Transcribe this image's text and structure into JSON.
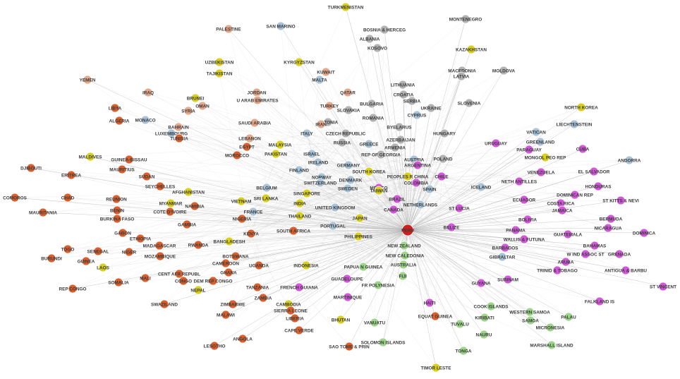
{
  "colors": {
    "africa": "#d9602e",
    "asia": "#d8d01c",
    "europe_west": "#a9c4d8",
    "mideast": "#e4a98d",
    "europe_east": "#b2b2b2",
    "americas": "#d158d8",
    "oceania": "#9dd68a",
    "peru": "#cc1f1f",
    "edge": "#b7b7b7"
  },
  "hub": "PERU",
  "nodes": [
    {
      "label": "TURKMENISTAN",
      "g": "asia"
    },
    {
      "label": "MONTENEGRO",
      "g": "europe_east"
    },
    {
      "label": "PALESTINE",
      "g": "mideast"
    },
    {
      "label": "SAN MARINO",
      "g": "europe_west"
    },
    {
      "label": "BOSNIA & HERCEG",
      "g": "europe_east"
    },
    {
      "label": "ALBANIA",
      "g": "europe_east"
    },
    {
      "label": "KOSOVO",
      "g": "europe_east"
    },
    {
      "label": "KAZAKHSTAN",
      "g": "asia"
    },
    {
      "label": "UZBEKISTAN",
      "g": "asia"
    },
    {
      "label": "KYRGYZSTAN",
      "g": "asia"
    },
    {
      "label": "TAJIKISTAN",
      "g": "asia"
    },
    {
      "label": "KUWAIT",
      "g": "mideast"
    },
    {
      "label": "MALTA",
      "g": "europe_west"
    },
    {
      "label": "MACEDONIA",
      "g": "europe_east"
    },
    {
      "label": "LATVIA",
      "g": "europe_east"
    },
    {
      "label": "MOLDOVA",
      "g": "europe_east"
    },
    {
      "label": "YEMEN",
      "g": "mideast"
    },
    {
      "label": "LITHUANIA",
      "g": "europe_east"
    },
    {
      "label": "IRAQ",
      "g": "mideast"
    },
    {
      "label": "BRUNEI",
      "g": "asia"
    },
    {
      "label": "OMAN",
      "g": "mideast"
    },
    {
      "label": "JORDAN",
      "g": "mideast"
    },
    {
      "label": "QATAR",
      "g": "mideast"
    },
    {
      "label": "CROATIA",
      "g": "europe_east"
    },
    {
      "label": "SERBIA",
      "g": "europe_east"
    },
    {
      "label": "SYRIA",
      "g": "mideast"
    },
    {
      "label": "U ARAB EMIRATES",
      "g": "mideast"
    },
    {
      "label": "TURKEY",
      "g": "mideast"
    },
    {
      "label": "BULGARIA",
      "g": "europe_east"
    },
    {
      "label": "SLOVAKIA",
      "g": "europe_east"
    },
    {
      "label": "UKRAINE",
      "g": "europe_east"
    },
    {
      "label": "SLOVENIA",
      "g": "europe_east"
    },
    {
      "label": "LIBYA",
      "g": "africa"
    },
    {
      "label": "CYPRUS",
      "g": "europe_west"
    },
    {
      "label": "NORTH KOREA",
      "g": "asia"
    },
    {
      "label": "ALGERIA",
      "g": "africa"
    },
    {
      "label": "MONACO",
      "g": "europe_west"
    },
    {
      "label": "SAUDI ARABIA",
      "g": "mideast"
    },
    {
      "label": "ROMANIA",
      "g": "europe_east"
    },
    {
      "label": "ESTONIA",
      "g": "europe_east"
    },
    {
      "label": "BYELARUS",
      "g": "europe_east"
    },
    {
      "label": "HUNGARY",
      "g": "europe_east"
    },
    {
      "label": "BAHRAIN",
      "g": "mideast"
    },
    {
      "label": "IRAN",
      "g": "mideast"
    },
    {
      "label": "LIECHTENSTEIN",
      "g": "europe_west"
    },
    {
      "label": "LUXEMBOURG",
      "g": "europe_west"
    },
    {
      "label": "TUNISIA",
      "g": "africa"
    },
    {
      "label": "ITALY",
      "g": "europe_west"
    },
    {
      "label": "CZECH REPUBLIC",
      "g": "europe_east"
    },
    {
      "label": "AZERBAIJAN",
      "g": "europe_east"
    },
    {
      "label": "VATICAN",
      "g": "europe_west"
    },
    {
      "label": "LEBANON",
      "g": "mideast"
    },
    {
      "label": "GREENLAND",
      "g": "europe_west"
    },
    {
      "label": "RUSSIA",
      "g": "europe_east"
    },
    {
      "label": "GREECE",
      "g": "europe_west"
    },
    {
      "label": "ARMENIA",
      "g": "europe_east"
    },
    {
      "label": "URUGUAY",
      "g": "americas"
    },
    {
      "label": "EGYPT",
      "g": "africa"
    },
    {
      "label": "MALAYSIA",
      "g": "asia"
    },
    {
      "label": "PARAGUAY",
      "g": "americas"
    },
    {
      "label": "MALDIVES",
      "g": "asia"
    },
    {
      "label": "MOROCCO",
      "g": "africa"
    },
    {
      "label": "PAKISTAN",
      "g": "asia"
    },
    {
      "label": "CUBA",
      "g": "americas"
    },
    {
      "label": "REP OF GEORGIA",
      "g": "europe_east"
    },
    {
      "label": "AUSTRIA",
      "g": "europe_west"
    },
    {
      "label": "ISRAEL",
      "g": "europe_west"
    },
    {
      "label": "POLAND",
      "g": "europe_east"
    },
    {
      "label": "MONGOL PEO REP",
      "g": "asia"
    },
    {
      "label": "GUINEA-BISSAU",
      "g": "africa"
    },
    {
      "label": "IRELAND",
      "g": "europe_west"
    },
    {
      "label": "ANDORRA",
      "g": "europe_west"
    },
    {
      "label": "DJIBOUTI",
      "g": "africa"
    },
    {
      "label": "MAURITIUS",
      "g": "africa"
    },
    {
      "label": "ARGENTINA",
      "g": "americas"
    },
    {
      "label": "GERMANY",
      "g": "europe_west"
    },
    {
      "label": "ERITREA",
      "g": "africa"
    },
    {
      "label": "FINLAND",
      "g": "europe_west"
    },
    {
      "label": "SOUTH KOREA",
      "g": "asia"
    },
    {
      "label": "VENEZUELA",
      "g": "americas"
    },
    {
      "label": "EL SALVADOR",
      "g": "americas"
    },
    {
      "label": "SUDAN",
      "g": "africa"
    },
    {
      "label": "PEOPLES R CHINA",
      "g": "asia"
    },
    {
      "label": "CHILE",
      "g": "americas"
    },
    {
      "label": "NORWAY",
      "g": "europe_west"
    },
    {
      "label": "COLOMBIA",
      "g": "americas"
    },
    {
      "label": "SWITZERLAND",
      "g": "europe_west"
    },
    {
      "label": "DENMARK",
      "g": "europe_west"
    },
    {
      "label": "SEYCHELLES",
      "g": "africa"
    },
    {
      "label": "MEXICO",
      "g": "americas"
    },
    {
      "label": "NETH ANTILLES",
      "g": "americas"
    },
    {
      "label": "HONDURAS",
      "g": "americas"
    },
    {
      "label": "BELGIUM",
      "g": "europe_west"
    },
    {
      "label": "SPAIN",
      "g": "europe_west"
    },
    {
      "label": "ICELAND",
      "g": "europe_west"
    },
    {
      "label": "SWEDEN",
      "g": "europe_west"
    },
    {
      "label": "TAIWAN",
      "g": "asia"
    },
    {
      "label": "AFGHANISTAN",
      "g": "asia"
    },
    {
      "label": "SRI LANKA",
      "g": "asia"
    },
    {
      "label": "SINGAPORE",
      "g": "asia"
    },
    {
      "label": "COMOROS",
      "g": "africa"
    },
    {
      "label": "CHAD",
      "g": "africa"
    },
    {
      "label": "REUNION",
      "g": "africa"
    },
    {
      "label": "INDIA",
      "g": "asia"
    },
    {
      "label": "DOMINICAN REP",
      "g": "americas"
    },
    {
      "label": "VIETNAM",
      "g": "asia"
    },
    {
      "label": "BRAZIL",
      "g": "americas"
    },
    {
      "label": "ECUADOR",
      "g": "americas"
    },
    {
      "label": "ST KITTS & NEVI",
      "g": "americas"
    },
    {
      "label": "COSTA RICA",
      "g": "americas"
    },
    {
      "label": "MAURITANIA",
      "g": "africa"
    },
    {
      "label": "BENIN",
      "g": "africa"
    },
    {
      "label": "MYANMAR",
      "g": "asia"
    },
    {
      "label": "NAMIBIA",
      "g": "africa"
    },
    {
      "label": "FRANCE",
      "g": "europe_west"
    },
    {
      "label": "UNITED KINGDOM",
      "g": "europe_west"
    },
    {
      "label": "NETHERLANDS",
      "g": "europe_west"
    },
    {
      "label": "JAMAICA",
      "g": "americas"
    },
    {
      "label": "COTE D'IVOIRE",
      "g": "africa"
    },
    {
      "label": "CANADA",
      "g": "americas"
    },
    {
      "label": "ST LUCIA",
      "g": "americas"
    },
    {
      "label": "BURKINA FASO",
      "g": "africa"
    },
    {
      "label": "NIGERIA",
      "g": "africa"
    },
    {
      "label": "THAILAND",
      "g": "asia"
    },
    {
      "label": "JAPAN",
      "g": "asia"
    },
    {
      "label": "BOLIVIA",
      "g": "americas"
    },
    {
      "label": "BERMUDA",
      "g": "americas"
    },
    {
      "label": "GAMBIA",
      "g": "africa"
    },
    {
      "label": "PERU",
      "g": "peru"
    },
    {
      "label": "NICARAGUA",
      "g": "americas"
    },
    {
      "label": "GABON",
      "g": "africa"
    },
    {
      "label": "PORTUGAL",
      "g": "europe_west"
    },
    {
      "label": "BELIZE",
      "g": "americas"
    },
    {
      "label": "PANAMA",
      "g": "americas"
    },
    {
      "label": "DOMINICA",
      "g": "americas"
    },
    {
      "label": "ETHIOPIA",
      "g": "africa"
    },
    {
      "label": "SOUTH AFRICA",
      "g": "africa"
    },
    {
      "label": "KENYA",
      "g": "africa"
    },
    {
      "label": "GUATEMALA",
      "g": "americas"
    },
    {
      "label": "WALLIS & FUTUNA",
      "g": "americas"
    },
    {
      "label": "BAHAMAS",
      "g": "americas"
    },
    {
      "label": "RWANDA",
      "g": "africa"
    },
    {
      "label": "BANGLADESH",
      "g": "asia"
    },
    {
      "label": "PHILIPPINES",
      "g": "asia"
    },
    {
      "label": "NEW ZEALAND",
      "g": "oceania"
    },
    {
      "label": "TOGO",
      "g": "africa"
    },
    {
      "label": "MADAGASCAR",
      "g": "africa"
    },
    {
      "label": "BARBADOS",
      "g": "americas"
    },
    {
      "label": "W IND ASSOC ST",
      "g": "americas"
    },
    {
      "label": "GRENADA",
      "g": "americas"
    },
    {
      "label": "SENEGAL",
      "g": "africa"
    },
    {
      "label": "NIGER",
      "g": "africa"
    },
    {
      "label": "MOZAMBIQUE",
      "g": "africa"
    },
    {
      "label": "BOTSWANA",
      "g": "africa"
    },
    {
      "label": "NEW CALEDONIA",
      "g": "oceania"
    },
    {
      "label": "BURUNDI",
      "g": "africa"
    },
    {
      "label": "GUINEA",
      "g": "africa"
    },
    {
      "label": "CAMEROON",
      "g": "africa"
    },
    {
      "label": "GIBRALTAR",
      "g": "europe_west"
    },
    {
      "label": "ARUBA",
      "g": "americas"
    },
    {
      "label": "LAOS",
      "g": "asia"
    },
    {
      "label": "UGANDA",
      "g": "africa"
    },
    {
      "label": "PAPUA N GUINEA",
      "g": "oceania"
    },
    {
      "label": "AUSTRALIA",
      "g": "oceania"
    },
    {
      "label": "INDONESIA",
      "g": "asia"
    },
    {
      "label": "TRINID & TOBAGO",
      "g": "americas"
    },
    {
      "label": "ANTIGUA & BARBU",
      "g": "americas"
    },
    {
      "label": "CENT AFR REPUBL",
      "g": "africa"
    },
    {
      "label": "GHANA",
      "g": "africa"
    },
    {
      "label": "FIJI",
      "g": "oceania"
    },
    {
      "label": "MALI",
      "g": "africa"
    },
    {
      "label": "SOMALIA",
      "g": "africa"
    },
    {
      "label": "CONGO",
      "g": "africa"
    },
    {
      "label": "DEM REP CONGO",
      "g": "africa"
    },
    {
      "label": "GUYANA",
      "g": "americas"
    },
    {
      "label": "SURINAM",
      "g": "americas"
    },
    {
      "label": "FR POLYNESIA",
      "g": "oceania"
    },
    {
      "label": "GUADELOUPE",
      "g": "americas"
    },
    {
      "label": "ST VINCENT",
      "g": "americas"
    },
    {
      "label": "REP CONGO",
      "g": "africa"
    },
    {
      "label": "NEPAL",
      "g": "asia"
    },
    {
      "label": "TANZANIA",
      "g": "africa"
    },
    {
      "label": "FRENCH GUIANA",
      "g": "americas"
    },
    {
      "label": "ZAMBIA",
      "g": "africa"
    },
    {
      "label": "FALKLAND IS",
      "g": "americas"
    },
    {
      "label": "SWAZILAND",
      "g": "africa"
    },
    {
      "label": "ZIMBABWE",
      "g": "africa"
    },
    {
      "label": "CAMBODIA",
      "g": "asia"
    },
    {
      "label": "HAITI",
      "g": "americas"
    },
    {
      "label": "COOK ISLANDS",
      "g": "oceania"
    },
    {
      "label": "MARTINIQUE",
      "g": "americas"
    },
    {
      "label": "SIERRA LEONE",
      "g": "africa"
    },
    {
      "label": "WESTERN SAMOA",
      "g": "oceania"
    },
    {
      "label": "PALAU",
      "g": "oceania"
    },
    {
      "label": "MALAWI",
      "g": "africa"
    },
    {
      "label": "KIRIBATI",
      "g": "oceania"
    },
    {
      "label": "LIBERIA",
      "g": "africa"
    },
    {
      "label": "BHUTAN",
      "g": "asia"
    },
    {
      "label": "EQUAT GUINEA",
      "g": "africa"
    },
    {
      "label": "SAMOA",
      "g": "oceania"
    },
    {
      "label": "TUVALU",
      "g": "oceania"
    },
    {
      "label": "MICRONESIA",
      "g": "oceania"
    },
    {
      "label": "CAPE VERDE",
      "g": "africa"
    },
    {
      "label": "VANUATU",
      "g": "oceania"
    },
    {
      "label": "NAURU",
      "g": "oceania"
    },
    {
      "label": "ANGOLA",
      "g": "africa"
    },
    {
      "label": "SOLOMON ISLANDS",
      "g": "oceania"
    },
    {
      "label": "MARSHALL ISLAND",
      "g": "oceania"
    },
    {
      "label": "LESOTHO",
      "g": "africa"
    },
    {
      "label": "SAO TOME & PRIN",
      "g": "africa"
    },
    {
      "label": "TONGA",
      "g": "oceania"
    },
    {
      "label": "TIMOR LESTE",
      "g": "asia"
    }
  ]
}
